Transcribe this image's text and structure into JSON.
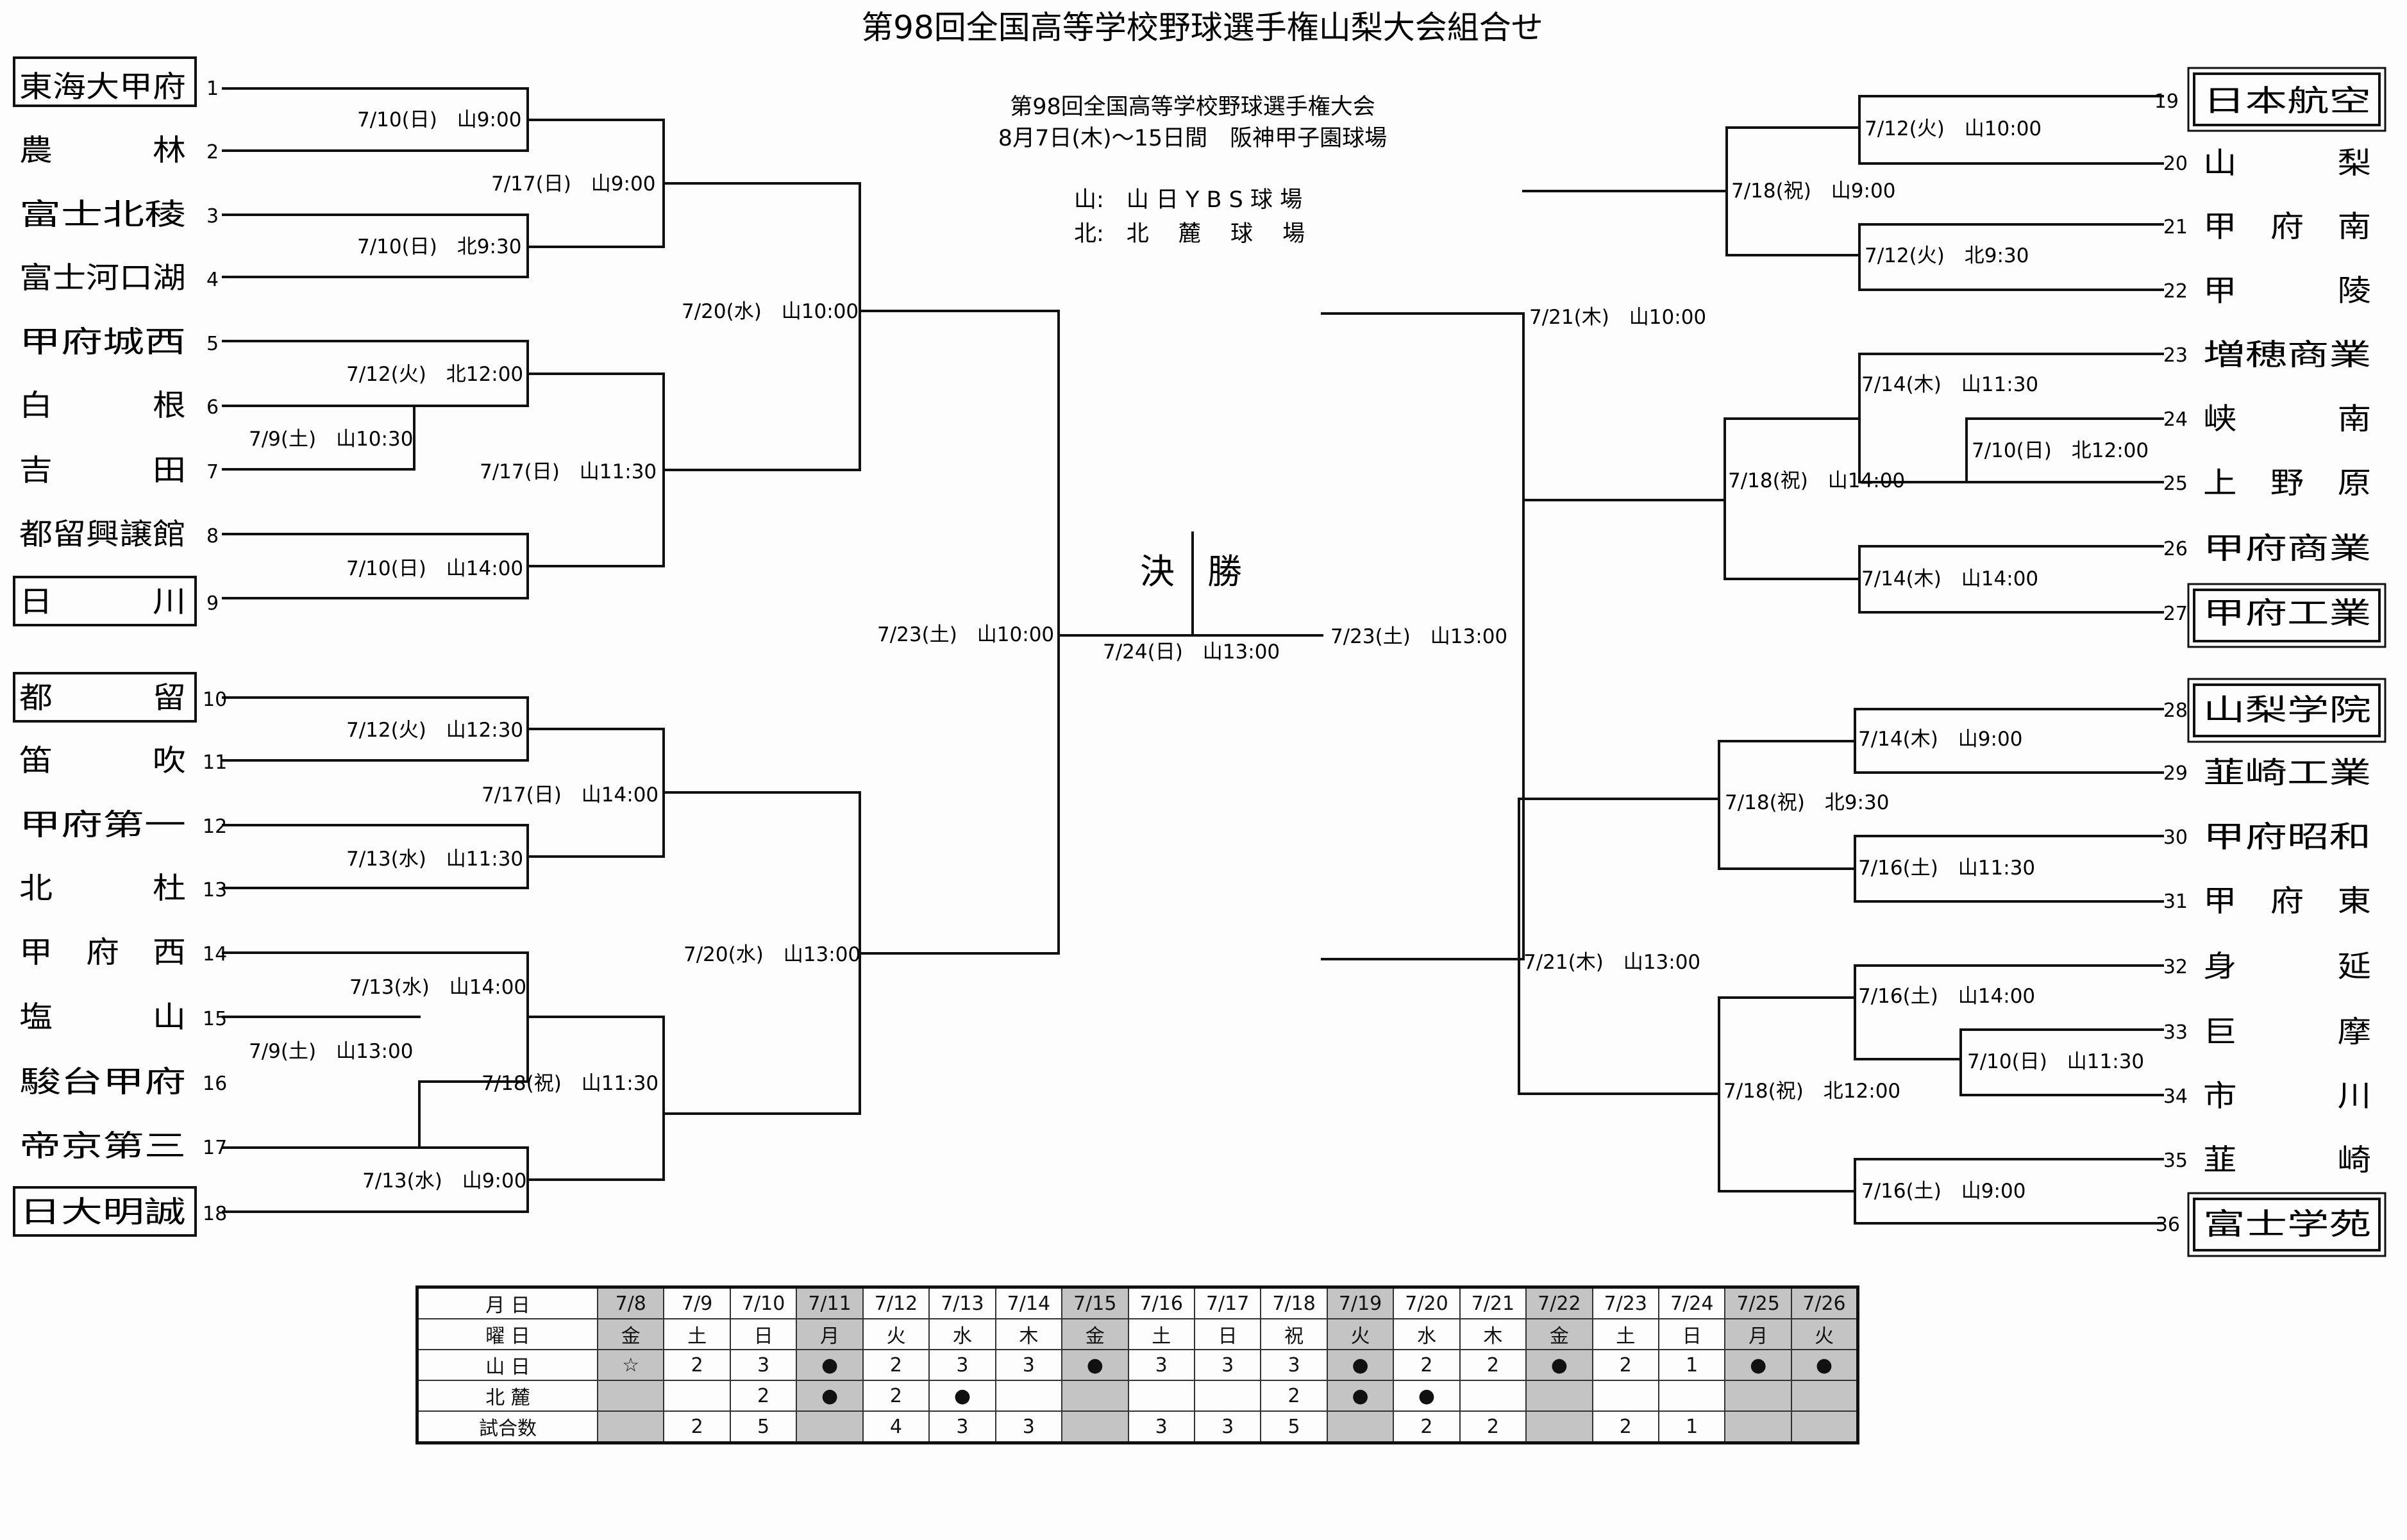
{
  "title": "第98回全国高等学校野球選手権山梨大会組合せ",
  "national": {
    "line1": "第98回全国高等学校野球選手権大会",
    "line2": "8月7日(木)～15日間　阪神甲子園球場"
  },
  "venue_legend": {
    "yama": "山:　山 日 Y B S 球 場",
    "kita": "北:　北　 麓　 球　 場"
  },
  "final": {
    "ketsu": "決",
    "sho": "勝"
  },
  "teams": [
    {
      "no": "1",
      "name": "東海大甲府",
      "seeded": true
    },
    {
      "no": "2",
      "name": "農　　　林",
      "seeded": false
    },
    {
      "no": "3",
      "name": "富士北稜",
      "seeded": false
    },
    {
      "no": "4",
      "name": "富士河口湖",
      "seeded": false
    },
    {
      "no": "5",
      "name": "甲府城西",
      "seeded": false
    },
    {
      "no": "6",
      "name": "白　　　根",
      "seeded": false
    },
    {
      "no": "7",
      "name": "吉　　　田",
      "seeded": false
    },
    {
      "no": "8",
      "name": "都留興譲館",
      "seeded": false
    },
    {
      "no": "9",
      "name": "日　　　川",
      "seeded": true
    },
    {
      "no": "10",
      "name": "都　　　留",
      "seeded": true
    },
    {
      "no": "11",
      "name": "笛　　　吹",
      "seeded": false
    },
    {
      "no": "12",
      "name": "甲府第一",
      "seeded": false
    },
    {
      "no": "13",
      "name": "北　　　杜",
      "seeded": false
    },
    {
      "no": "14",
      "name": "甲　府　西",
      "seeded": false
    },
    {
      "no": "15",
      "name": "塩　　　山",
      "seeded": false
    },
    {
      "no": "16",
      "name": "駿台甲府",
      "seeded": false
    },
    {
      "no": "17",
      "name": "帝京第三",
      "seeded": false
    },
    {
      "no": "18",
      "name": "日大明誠",
      "seeded": true
    },
    {
      "no": "19",
      "name": "日本航空",
      "seeded": true
    },
    {
      "no": "20",
      "name": "山　　　梨",
      "seeded": false
    },
    {
      "no": "21",
      "name": "甲　府　南",
      "seeded": false
    },
    {
      "no": "22",
      "name": "甲　　　陵",
      "seeded": false
    },
    {
      "no": "23",
      "name": "増穂商業",
      "seeded": false
    },
    {
      "no": "24",
      "name": "峡　　　南",
      "seeded": false
    },
    {
      "no": "25",
      "name": "上　野　原",
      "seeded": false
    },
    {
      "no": "26",
      "name": "甲府商業",
      "seeded": false
    },
    {
      "no": "27",
      "name": "甲府工業",
      "seeded": true
    },
    {
      "no": "28",
      "name": "山梨学院",
      "seeded": true
    },
    {
      "no": "29",
      "name": "韮崎工業",
      "seeded": false
    },
    {
      "no": "30",
      "name": "甲府昭和",
      "seeded": false
    },
    {
      "no": "31",
      "name": "甲　府　東",
      "seeded": false
    },
    {
      "no": "32",
      "name": "身　　　延",
      "seeded": false
    },
    {
      "no": "33",
      "name": "巨　　　摩",
      "seeded": false
    },
    {
      "no": "34",
      "name": "市　　　川",
      "seeded": false
    },
    {
      "no": "35",
      "name": "韮　　　崎",
      "seeded": false
    },
    {
      "no": "36",
      "name": "富士学苑",
      "seeded": true
    }
  ],
  "games": [
    "7/10(日)　山9:00",
    "7/10(日)　北9:30",
    "7/12(火)　北12:00",
    "7/9(土)　山10:30",
    "7/10(日)　山14:00",
    "7/17(日)　山9:00",
    "7/17(日)　山11:30",
    "7/20(水)　山10:00",
    "7/12(火)　山12:30",
    "7/13(水)　山11:30",
    "7/13(水)　山14:00",
    "7/9(土)　山13:00",
    "7/13(水)　山9:00",
    "7/17(日)　山14:00",
    "7/18(祝)　山11:30",
    "7/20(水)　山13:00",
    "7/23(土)　山10:00",
    "7/24(日)　山13:00",
    "7/23(土)　山13:00",
    "7/12(火)　山10:00",
    "7/12(火)　北9:30",
    "7/18(祝)　山9:00",
    "7/14(木)　山11:30",
    "7/10(日)　北12:00",
    "7/14(木)　山14:00",
    "7/18(祝)　山14:00",
    "7/21(木)　山10:00",
    "7/14(木)　山9:00",
    "7/16(土)　山11:30",
    "7/18(祝)　北9:30",
    "7/16(土)　山14:00",
    "7/10(日)　山11:30",
    "7/16(土)　山9:00",
    "7/18(祝)　北12:00",
    "7/21(木)　山13:00"
  ],
  "schedule": {
    "row_labels": [
      "月 日",
      "曜 日",
      "山 日",
      "北 麓",
      "試合数"
    ],
    "columns": [
      {
        "date": "7/8",
        "day": "金",
        "yama": "☆",
        "kita": "",
        "games": "",
        "shaded": true
      },
      {
        "date": "7/9",
        "day": "土",
        "yama": "2",
        "kita": "",
        "games": "2",
        "shaded": false
      },
      {
        "date": "7/10",
        "day": "日",
        "yama": "3",
        "kita": "2",
        "games": "5",
        "shaded": false
      },
      {
        "date": "7/11",
        "day": "月",
        "yama": "●",
        "kita": "●",
        "games": "",
        "shaded": true
      },
      {
        "date": "7/12",
        "day": "火",
        "yama": "2",
        "kita": "2",
        "games": "4",
        "shaded": false
      },
      {
        "date": "7/13",
        "day": "水",
        "yama": "3",
        "kita": "●",
        "games": "3",
        "shaded": false
      },
      {
        "date": "7/14",
        "day": "木",
        "yama": "3",
        "kita": "",
        "games": "3",
        "shaded": false
      },
      {
        "date": "7/15",
        "day": "金",
        "yama": "●",
        "kita": "",
        "games": "",
        "shaded": true
      },
      {
        "date": "7/16",
        "day": "土",
        "yama": "3",
        "kita": "",
        "games": "3",
        "shaded": false
      },
      {
        "date": "7/17",
        "day": "日",
        "yama": "3",
        "kita": "",
        "games": "3",
        "shaded": false
      },
      {
        "date": "7/18",
        "day": "祝",
        "yama": "3",
        "kita": "2",
        "games": "5",
        "shaded": false
      },
      {
        "date": "7/19",
        "day": "火",
        "yama": "●",
        "kita": "●",
        "games": "",
        "shaded": true
      },
      {
        "date": "7/20",
        "day": "水",
        "yama": "2",
        "kita": "●",
        "games": "2",
        "shaded": false
      },
      {
        "date": "7/21",
        "day": "木",
        "yama": "2",
        "kita": "",
        "games": "2",
        "shaded": false
      },
      {
        "date": "7/22",
        "day": "金",
        "yama": "●",
        "kita": "",
        "games": "",
        "shaded": true
      },
      {
        "date": "7/23",
        "day": "土",
        "yama": "2",
        "kita": "",
        "games": "2",
        "shaded": false
      },
      {
        "date": "7/24",
        "day": "日",
        "yama": "1",
        "kita": "",
        "games": "1",
        "shaded": false
      },
      {
        "date": "7/25",
        "day": "月",
        "yama": "●",
        "kita": "",
        "games": "",
        "shaded": true
      },
      {
        "date": "7/26",
        "day": "火",
        "yama": "●",
        "kita": "",
        "games": "",
        "shaded": true
      }
    ]
  }
}
